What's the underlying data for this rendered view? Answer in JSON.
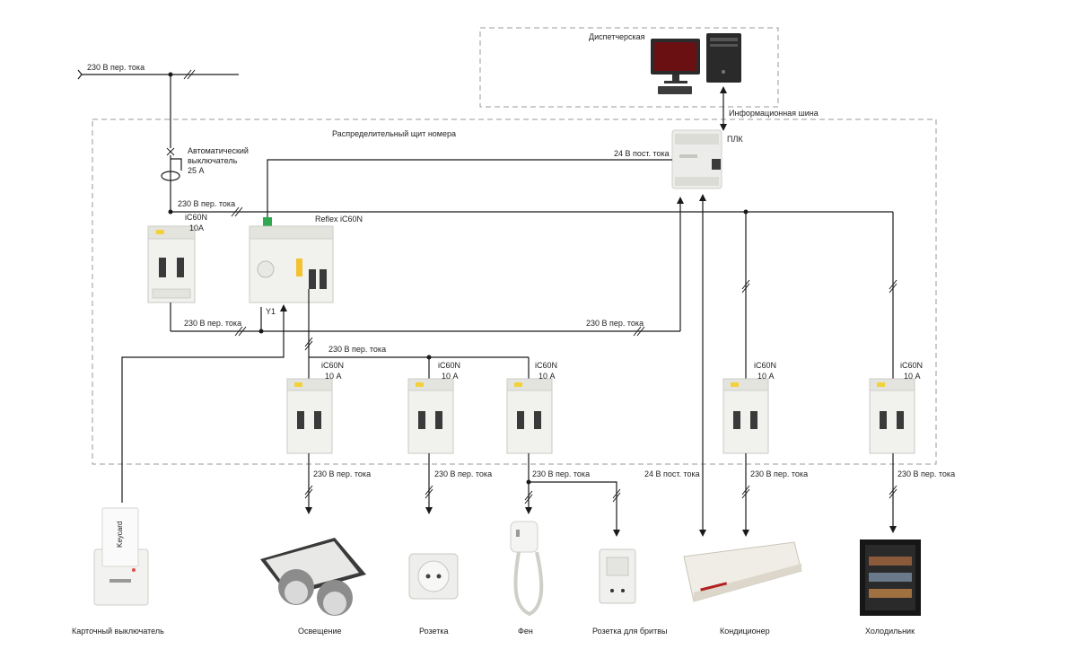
{
  "supply_label": "230 В пер. тока",
  "dispatch": {
    "title": "Диспетчерская"
  },
  "info_bus_label": "Информационная шина",
  "panel": {
    "title": "Распределительный щит номера"
  },
  "plc": {
    "label": "ПЛК",
    "dc_label": "24 В пост. тока"
  },
  "main_breaker": {
    "line1": "Автоматический",
    "line2": "выключатель",
    "line3": "25 А"
  },
  "bus_label": "230 В пер. тока",
  "reflex": {
    "name": "Reflex iC60N",
    "y1": "Y1"
  },
  "breaker_main": {
    "model": "iC60N",
    "rating": "10A"
  },
  "return_left_label": "230 В пер. тока",
  "return_right_label": "230 В пер. тока",
  "subbus_label": "230 В пер. тока",
  "breakers": [
    {
      "model": "iC60N",
      "rating": "10 А"
    },
    {
      "model": "iC60N",
      "rating": "10 А"
    },
    {
      "model": "iC60N",
      "rating": "10 А"
    },
    {
      "model": "iC60N",
      "rating": "10 А"
    },
    {
      "model": "iC60N",
      "rating": "10 А"
    }
  ],
  "outputs": [
    {
      "voltage": "230 В пер. тока",
      "label": "Освещение"
    },
    {
      "voltage": "230 В пер. тока",
      "label": "Розетка"
    },
    {
      "voltage": "230 В пер. тока",
      "label": "Фен"
    },
    {
      "voltage": "",
      "label": "Розетка для бритвы"
    },
    {
      "voltage": "24 В пост. тока",
      "label": "Кондиционер"
    },
    {
      "voltage": "230 В пер. тока",
      "label": "Кондиционер_"
    },
    {
      "voltage": "230 В пер. тока",
      "label": "Холодильник"
    }
  ],
  "card_switch": {
    "label": "Карточный выключатель",
    "brand": "Keycard"
  }
}
